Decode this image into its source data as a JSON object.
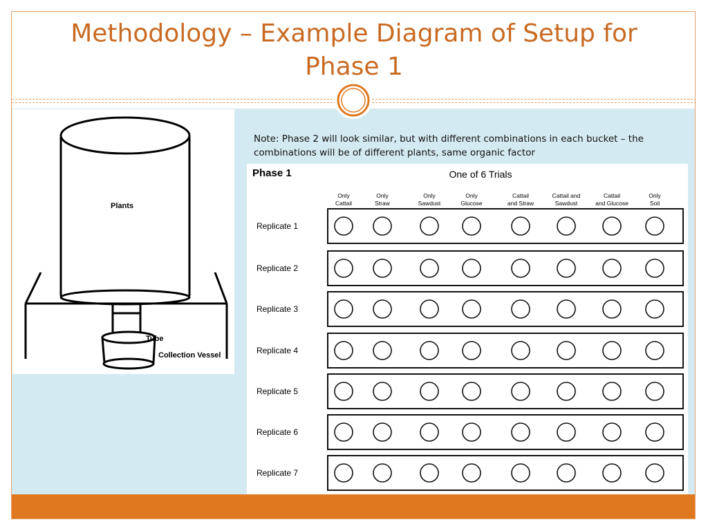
{
  "slide": {
    "title_line1": "Methodology – Example Diagram of Setup for",
    "title_line2": "Phase 1",
    "note": "Note: Phase 2 will look similar, but with different combinations in each bucket – the combinations will be of different plants, same organic factor"
  },
  "setup_diagram": {
    "labels": {
      "plants": "Plants",
      "tube": "Tube",
      "collection_vessel": "Collection Vessel"
    }
  },
  "trial_grid": {
    "phase_label": "Phase 1",
    "trial_label": "One of 6 Trials",
    "columns": [
      {
        "line1": "Only",
        "line2": "Cattail"
      },
      {
        "line1": "Only",
        "line2": "Straw"
      },
      {
        "line1": "Only",
        "line2": "Sawdust"
      },
      {
        "line1": "Only",
        "line2": "Glucose"
      },
      {
        "line1": "Cattail",
        "line2": "and Straw"
      },
      {
        "line1": "Cattail and",
        "line2": "Sawdust"
      },
      {
        "line1": "Cattail",
        "line2": "and Glucose"
      },
      {
        "line1": "Only",
        "line2": "Soil"
      }
    ],
    "rows": [
      "Replicate 1",
      "Replicate 2",
      "Replicate 3",
      "Replicate 4",
      "Replicate 5",
      "Replicate 6",
      "Replicate 7"
    ]
  },
  "colors": {
    "accent_orange": "#e07820",
    "title_orange": "#c96a22",
    "content_background": "#d4eaf2"
  }
}
